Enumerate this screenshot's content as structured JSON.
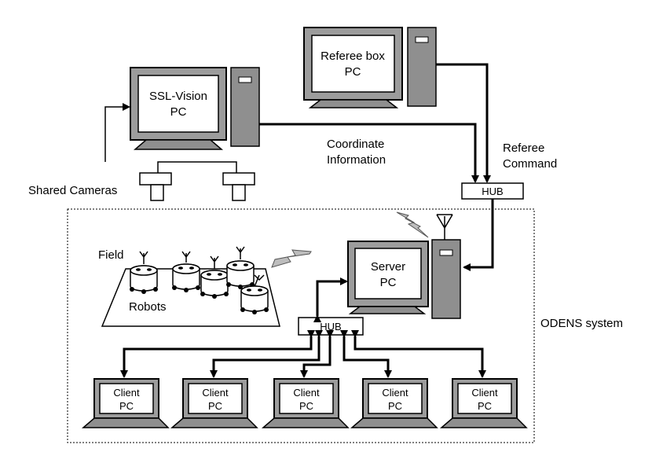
{
  "nodes": {
    "ssl_vision": [
      "SSL-Vision",
      "PC"
    ],
    "referee_box": [
      "Referee box",
      "PC"
    ],
    "server": [
      "Server",
      "PC"
    ],
    "hub_top": "HUB",
    "hub_bottom": "HUB",
    "client": [
      "Client",
      "PC"
    ],
    "cameras": "Shared Cameras",
    "field": "Field",
    "robots": "Robots"
  },
  "edge_labels": {
    "coordinate": [
      "Coordinate",
      "Information"
    ],
    "referee": [
      "Referee",
      "Command"
    ]
  },
  "group_label": "ODENS system",
  "colors": {
    "device": "#8f8f8f",
    "bezel": "#9c9c9c",
    "spark": "#bdbdbd"
  }
}
